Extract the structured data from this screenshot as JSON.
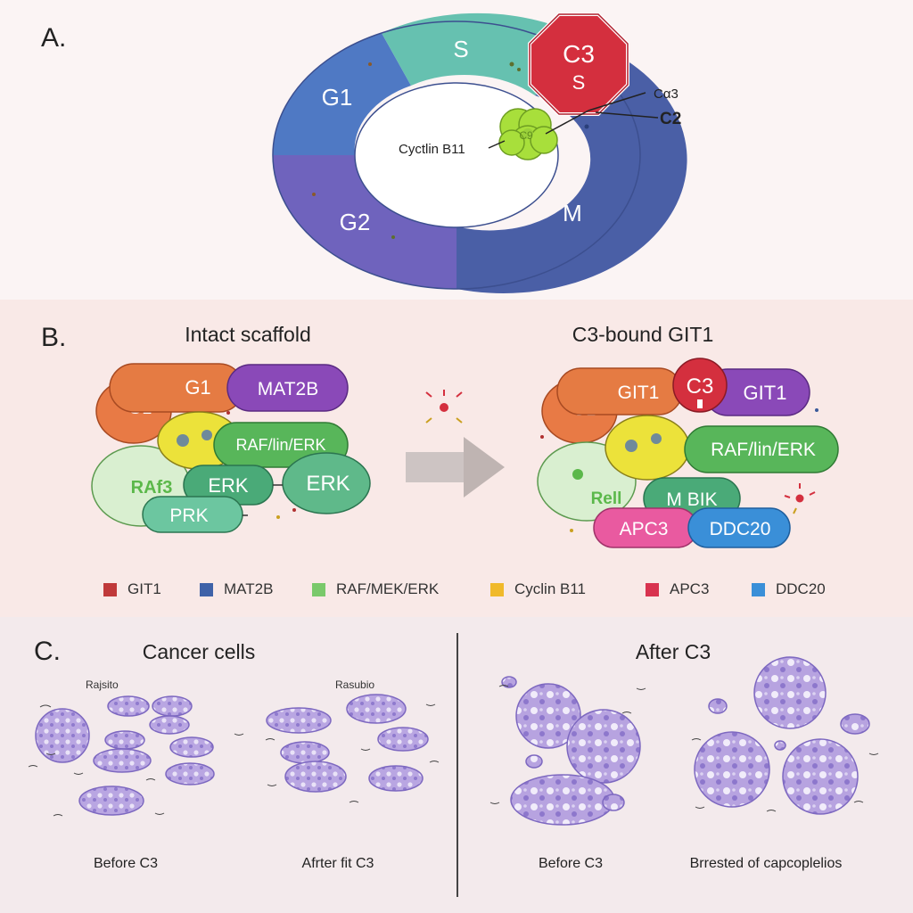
{
  "panel_a": {
    "letter": "A.",
    "phases": {
      "g1": "G1",
      "s": "S",
      "g2": "G2",
      "m": "M"
    },
    "inhibitor": {
      "line1": "C3",
      "line2": "S"
    },
    "center_label": "Cyctlin B11",
    "complex_label": "C9",
    "callout_1": "Cα3",
    "callout_2": "C2"
  },
  "panel_b": {
    "letter": "B.",
    "left_title": "Intact scaffold",
    "right_title": "C3-bound GIT1",
    "left": {
      "git1_back": "G1",
      "git1_front": "G1",
      "mat2b": "MAT2B",
      "raf": "RAF/lin/ERK",
      "raf_light": "RAf3",
      "erk_mid": "ERK",
      "erk_right": "ERK",
      "erk_bottom": "PRK"
    },
    "right": {
      "git1_back": "G1",
      "git1_front": "GIT1",
      "c3": "C3",
      "git1_purple": "GIT1",
      "raf": "RAF/lin/ERK",
      "raf_light": "Rell",
      "mbik": "M BIK",
      "apc3": "APC3",
      "ddc20": "DDC20"
    }
  },
  "legend": [
    {
      "label": "GIT1",
      "color": "#c0393a"
    },
    {
      "label": "MAT2B",
      "color": "#3f62a8"
    },
    {
      "label": "RAF/MEK/ERK",
      "color": "#7ac96b"
    },
    {
      "label": "Cyclin B11",
      "color": "#f0b92a"
    },
    {
      "label": "APC3",
      "color": "#d8334f"
    },
    {
      "label": "DDC20",
      "color": "#3a8fd8"
    }
  ],
  "panel_c": {
    "letter": "C.",
    "left_title": "Cancer cells",
    "right_title": "After C3",
    "annotation_1": "Rajsito",
    "annotation_2": "Rasubio",
    "captions": {
      "c1": "Before C3",
      "c2": "Afrter fit C3",
      "c3": "Before C3",
      "c4": "Brrested of capcoplelios"
    }
  },
  "colors": {
    "g1": "#4f79c4",
    "s": "#66c1b0",
    "g2": "#6f63bd",
    "m": "#4a5fa6",
    "inhibitor": "#d42f3e",
    "cyclin": "#a8df3b",
    "cell_fill": "#b9a6e2",
    "cell_stroke": "#7d68c0"
  }
}
